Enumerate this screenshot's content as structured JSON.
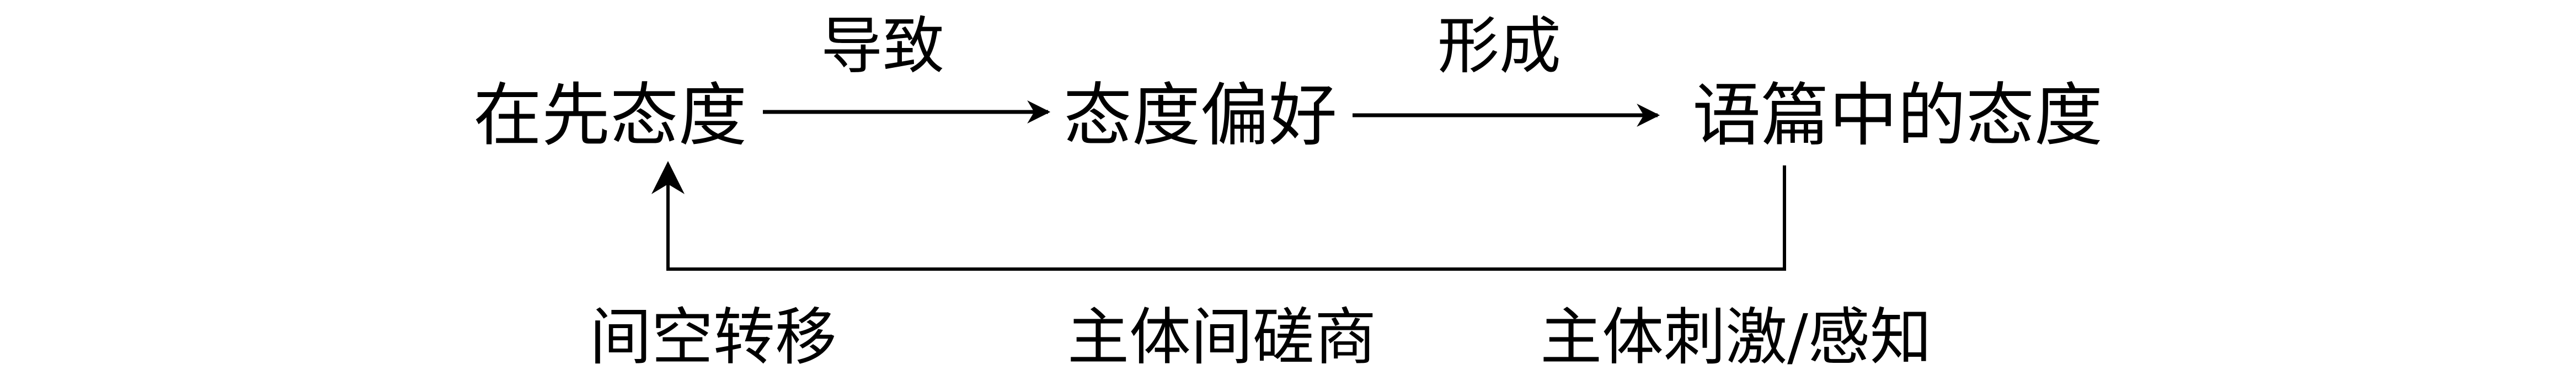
{
  "nodes": {
    "prior_attitude": "在先态度",
    "attitude_preference": "态度偏好",
    "discourse_attitude": "语篇中的态度"
  },
  "edges": {
    "leads_to": "导致",
    "forms": "形成"
  },
  "feedback_labels": [
    "间空转移",
    "主体间磋商",
    "主体刺激/感知"
  ],
  "colors": {
    "stroke": "#000000",
    "background": "#ffffff"
  }
}
